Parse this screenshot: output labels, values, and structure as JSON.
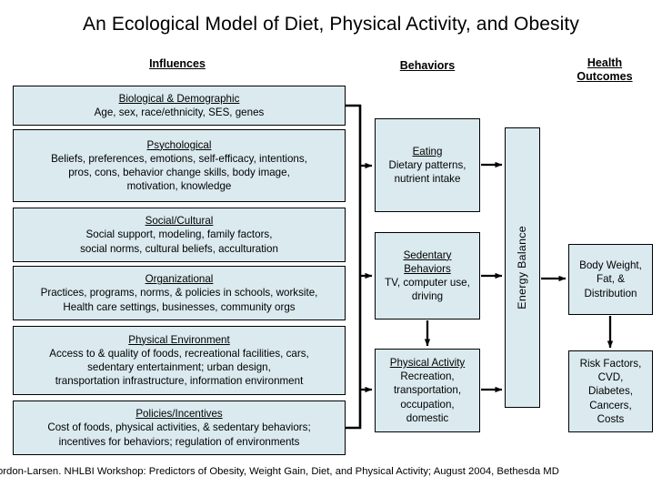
{
  "title": "An Ecological Model of Diet, Physical Activity, and Obesity",
  "columns": {
    "influences": "Influences",
    "behaviors": "Behaviors",
    "outcomes_line1": "Health",
    "outcomes_line2": "Outcomes"
  },
  "influences": [
    {
      "heading": "Biological & Demographic",
      "body": "Age, sex, race/ethnicity, SES, genes"
    },
    {
      "heading": "Psychological",
      "body": "Beliefs, preferences, emotions, self-efficacy, intentions,\npros, cons, behavior change skills, body image,\nmotivation, knowledge"
    },
    {
      "heading": "Social/Cultural",
      "body": "Social support, modeling, family factors,\nsocial norms, cultural beliefs, acculturation"
    },
    {
      "heading": "Organizational",
      "body": "Practices, programs,  norms, & policies in schools, worksite,\nHealth care settings, businesses, community orgs"
    },
    {
      "heading": "Physical Environment",
      "body": "Access to & quality of foods, recreational facilities, cars,\nsedentary entertainment; urban design,\ntransportation infrastructure, information environment"
    },
    {
      "heading": "Policies/Incentives",
      "body": "Cost of foods, physical activities, & sedentary behaviors;\nincentives for behaviors; regulation of environments"
    }
  ],
  "behaviors": [
    {
      "heading": "Eating",
      "body": "Dietary patterns,\nnutrient intake"
    },
    {
      "heading": "Sedentary \nBehaviors",
      "body": "TV, computer use,\ndriving"
    },
    {
      "heading": "Physical Activity",
      "body": "Recreation,\ntransportation,\noccupation,\ndomestic"
    }
  ],
  "energy_balance": "Energy Balance",
  "outcomes": [
    {
      "body": "Body Weight,\nFat, &\nDistribution"
    },
    {
      "body": "Risk Factors,\nCVD,\nDiabetes,\nCancers,\nCosts"
    }
  ],
  "footer": "ordon-Larsen.  NHLBI Workshop: Predictors of Obesity, Weight Gain, Diet, and Physical Activity; August 2004, Bethesda MD",
  "colors": {
    "box_fill": "#daeaef",
    "box_border": "#000000",
    "background": "#ffffff",
    "text": "#000000"
  }
}
